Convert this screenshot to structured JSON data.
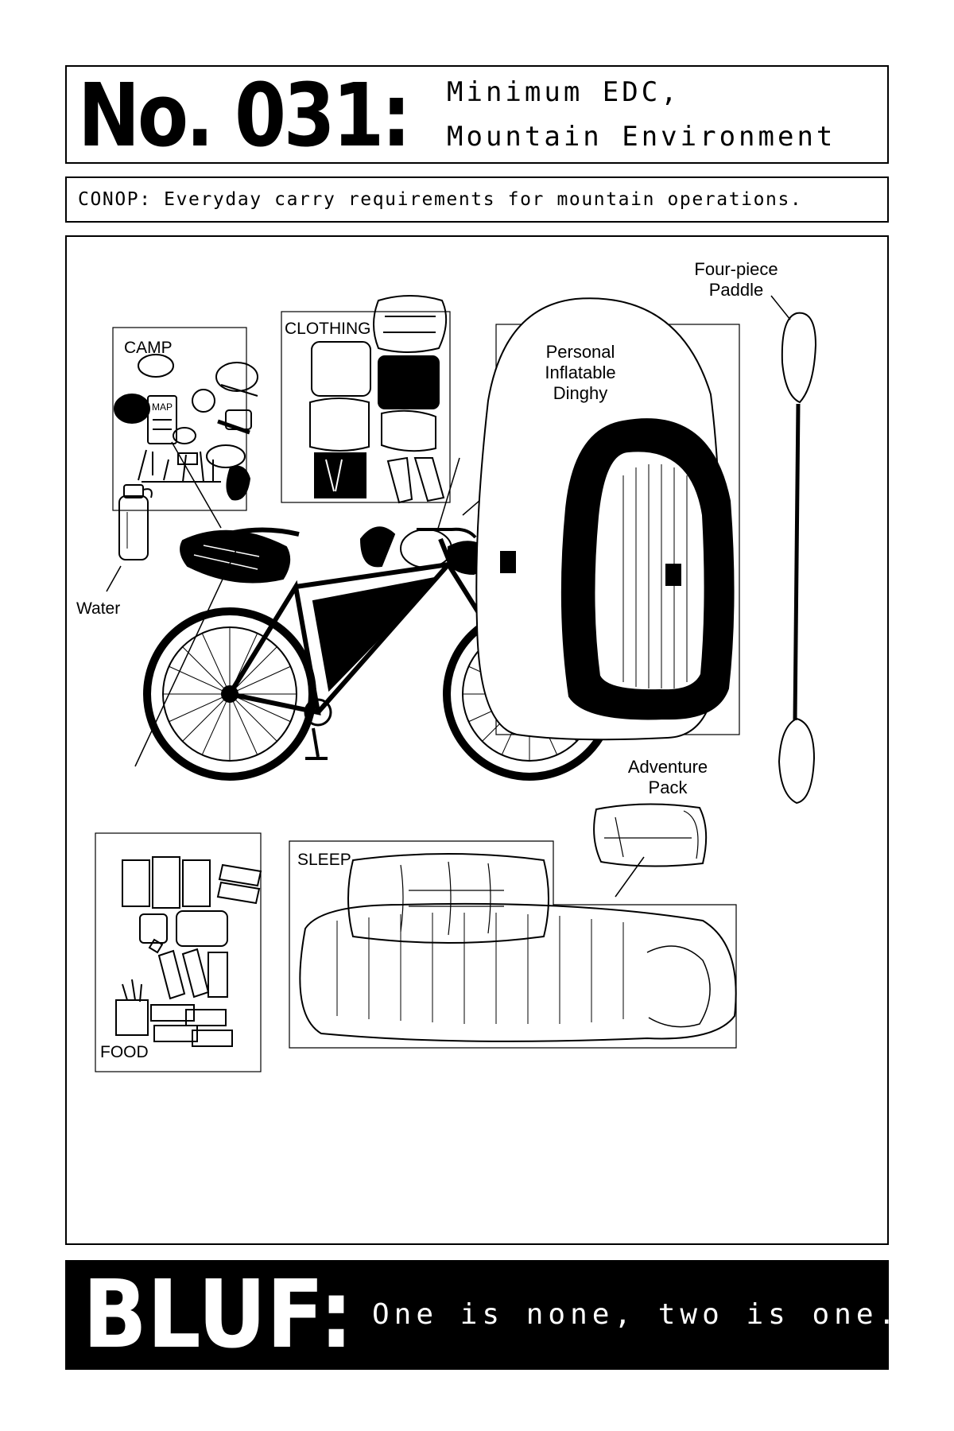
{
  "header": {
    "number": "No. 031:",
    "title_line1": "Minimum EDC,",
    "title_line2": "Mountain Environment"
  },
  "conop": "CONOP: Everyday carry requirements for mountain operations.",
  "labels": {
    "camp": "CAMP",
    "clothing": "CLOTHING",
    "food": "FOOD",
    "sleep": "SLEEP",
    "water": "Water",
    "paddle_line1": "Four-piece",
    "paddle_line2": "Paddle",
    "dinghy_line1": "Personal",
    "dinghy_line2": "Inflatable",
    "dinghy_line3": "Dinghy",
    "pack_line1": "Adventure",
    "pack_line2": "Pack",
    "map_text": "MAP"
  },
  "bluf": {
    "label": "BLUF:",
    "text": "One is none, two is one."
  }
}
